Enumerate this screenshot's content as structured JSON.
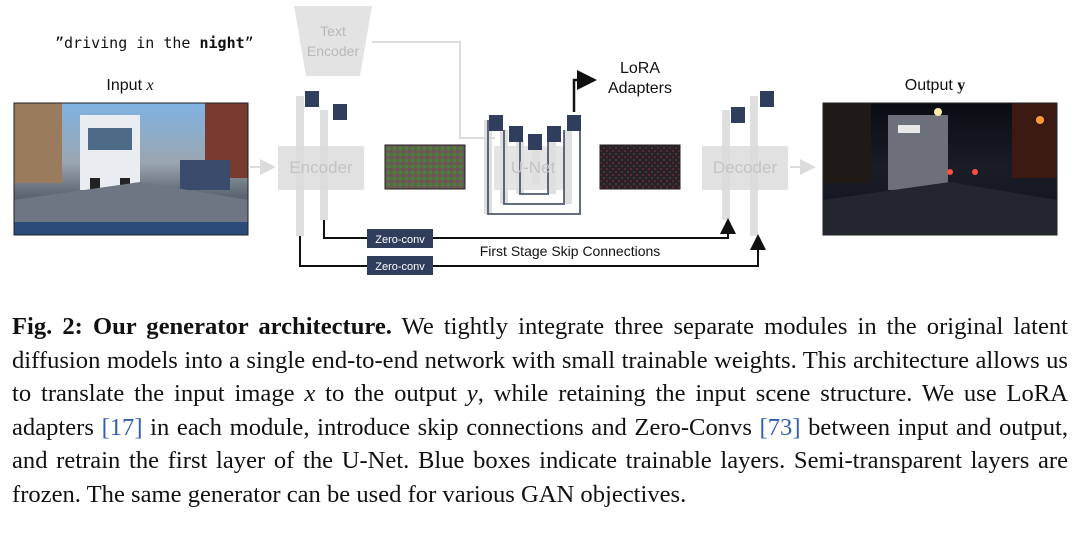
{
  "diagram": {
    "prompt_prefix": "”driving in the ",
    "prompt_bold": "night",
    "prompt_suffix": "”",
    "text_encoder_line1": "Text",
    "text_encoder_line2": "Encoder",
    "input_label": "Input ",
    "input_var": "x",
    "output_label": "Output ",
    "output_var": "y",
    "encoder_label": "Encoder",
    "unet_label": "U-Net",
    "decoder_label": "Decoder",
    "lora_line1": "LoRA",
    "lora_line2": "Adapters",
    "zero_conv_1": "Zero-conv",
    "zero_conv_2": "Zero-conv",
    "skip_label": "First Stage Skip Connections",
    "colors": {
      "trainable": "#2f3e5c",
      "frozen": "#dcdcdc",
      "frozen_text": "#c4c4c4",
      "arrow": "#111111"
    }
  },
  "caption": {
    "fig_label": "Fig. 2:",
    "title": "Our generator architecture.",
    "t1": " We tightly integrate three separate modules in the original latent diffusion models into a single end-to-end network with small trainable weights. This architecture allows us to translate the input image ",
    "var_x": "x",
    "t2": " to the output ",
    "var_y": "y",
    "t3": ", while retaining the input scene structure. We use LoRA adapters ",
    "ref1": "[17]",
    "t4": " in each module, introduce skip connections and Zero-Convs ",
    "ref2": "[73]",
    "t5": " between input and output, and retrain the first layer of the U-Net. Blue boxes indicate trainable layers. Semi-transparent layers are frozen. The same generator can be used for various GAN objectives."
  }
}
